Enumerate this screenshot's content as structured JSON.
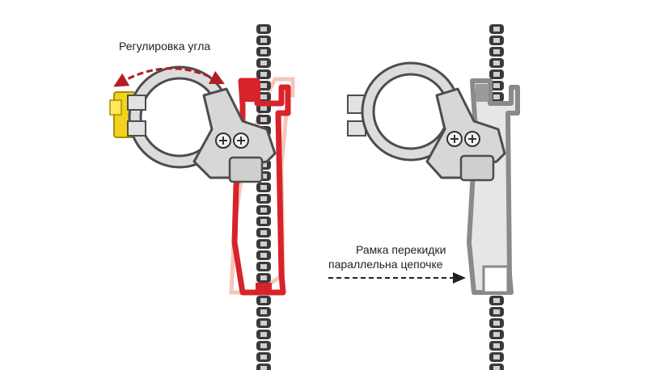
{
  "labels": {
    "angle_adjustment": "Регулировка угла",
    "cage_line1": "Рамка перекидки",
    "cage_line2": "параллельна цепочке"
  },
  "colors": {
    "highlight_red": "#d8232a",
    "ghost_pink": "#f4c7b8",
    "clamp_silver": "#d9d9d9",
    "outline": "#555555",
    "cage_gray": "#9a9a9a",
    "bolt_yellow": "#f2d21b",
    "chain_dark": "#3a3a3a",
    "chain_light": "#cfcfcf"
  },
  "icons": [
    "double-arrow-icon",
    "dashed-arrow-icon",
    "screw-icon"
  ]
}
